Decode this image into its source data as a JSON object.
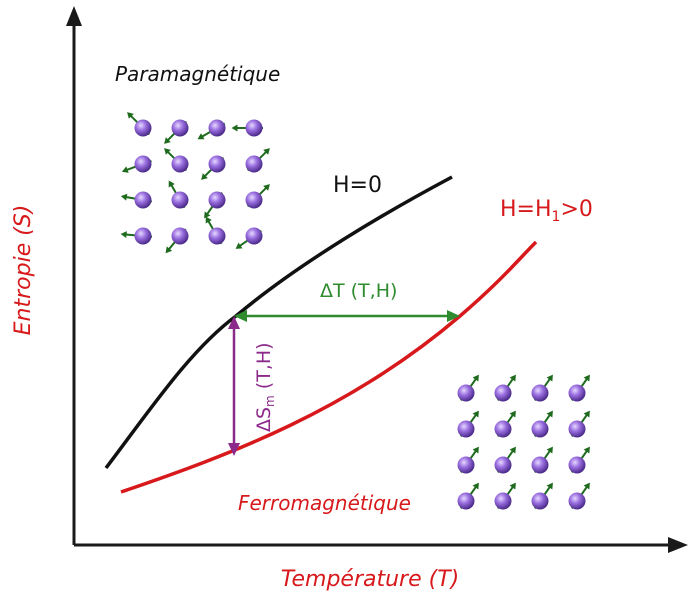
{
  "labels": {
    "y_axis": "Entropie (S)",
    "x_axis": "Température (T)",
    "para": "Paramagnétique",
    "ferro": "Ferromagnétique",
    "h0": "H=0",
    "h1_prefix": "H=H",
    "h1_sub": "1",
    "h1_suffix": ">0",
    "delta_t": "ΔT (T,H)",
    "delta_s_prefix": "ΔS",
    "delta_s_sub": "m",
    "delta_s_suffix": " (T,H)"
  },
  "colors": {
    "axis": "#1a1a1a",
    "h0_curve": "#111111",
    "h1_curve": "#d7191c",
    "label_red": "#d7191c",
    "delta_t": "#2e8b2e",
    "delta_s": "#8b2a8b",
    "atom": "#7d4fc4",
    "spin_arrow": "#1e6b1e"
  },
  "spin_grids": {
    "paramagnetic": {
      "rows": 4,
      "cols": 4,
      "spin_angles_deg": [
        135,
        225,
        210,
        180,
        200,
        135,
        225,
        45,
        170,
        120,
        235,
        45,
        175,
        230,
        120,
        215
      ]
    },
    "ferromagnetic": {
      "rows": 4,
      "cols": 4,
      "spin_angles_deg": [
        55,
        55,
        55,
        55,
        55,
        55,
        55,
        55,
        55,
        55,
        55,
        55,
        55,
        55,
        55,
        55
      ]
    }
  }
}
